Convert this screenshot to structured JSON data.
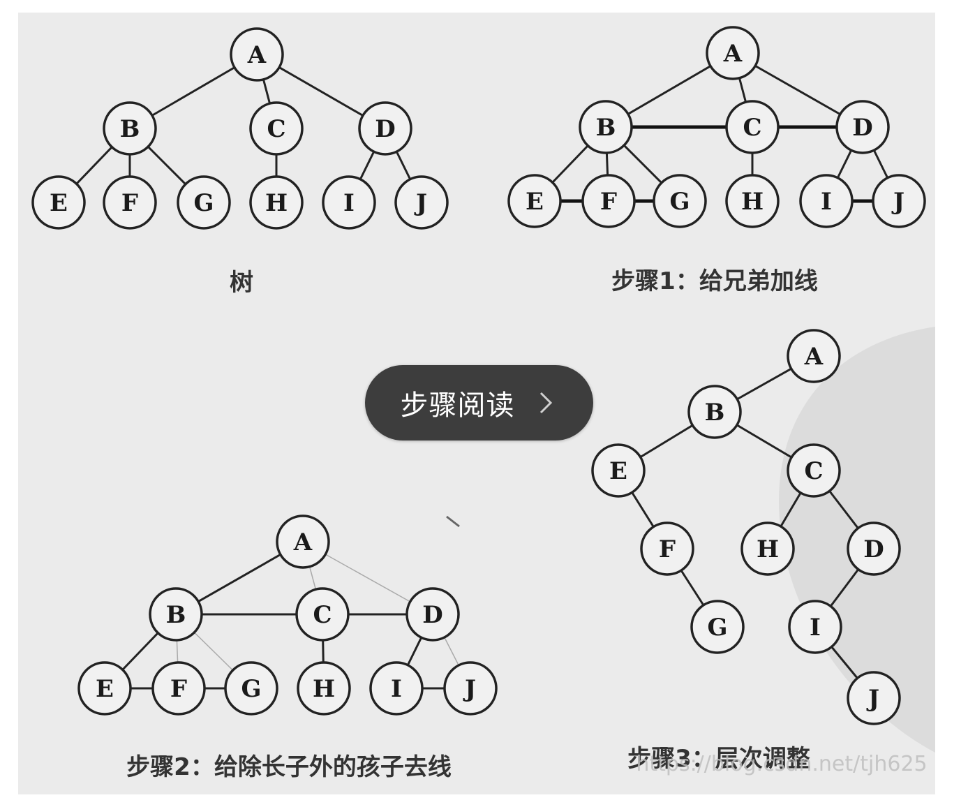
{
  "button": {
    "label": "步骤阅读"
  },
  "captions": {
    "tree": "树",
    "step1": "步骤1：给兄弟加线",
    "step2": "步骤2：给除长子外的孩子去线",
    "step3": "步骤3：层次调整"
  },
  "watermark": {
    "url": "https://blog.csdn.net/tjh625"
  },
  "nodes": [
    "A",
    "B",
    "C",
    "D",
    "E",
    "F",
    "G",
    "H",
    "I",
    "J"
  ],
  "diagrams": {
    "tree": {
      "edges": [
        [
          "A",
          "B"
        ],
        [
          "A",
          "C"
        ],
        [
          "A",
          "D"
        ],
        [
          "B",
          "E"
        ],
        [
          "B",
          "F"
        ],
        [
          "B",
          "G"
        ],
        [
          "C",
          "H"
        ],
        [
          "D",
          "I"
        ],
        [
          "D",
          "J"
        ]
      ]
    },
    "step1": {
      "edges": [
        [
          "A",
          "B"
        ],
        [
          "A",
          "C"
        ],
        [
          "A",
          "D"
        ],
        [
          "B",
          "E"
        ],
        [
          "B",
          "F"
        ],
        [
          "B",
          "G"
        ],
        [
          "C",
          "H"
        ],
        [
          "D",
          "I"
        ],
        [
          "D",
          "J"
        ]
      ],
      "sibling_edges": [
        [
          "B",
          "C"
        ],
        [
          "C",
          "D"
        ],
        [
          "E",
          "F"
        ],
        [
          "F",
          "G"
        ],
        [
          "I",
          "J"
        ]
      ]
    },
    "step2": {
      "edges": [
        [
          "A",
          "B"
        ],
        [
          "B",
          "C"
        ],
        [
          "C",
          "D"
        ],
        [
          "B",
          "E"
        ],
        [
          "E",
          "F"
        ],
        [
          "F",
          "G"
        ],
        [
          "C",
          "H"
        ],
        [
          "D",
          "I"
        ],
        [
          "I",
          "J"
        ]
      ],
      "removed_edges": [
        [
          "A",
          "C"
        ],
        [
          "A",
          "D"
        ],
        [
          "B",
          "F"
        ],
        [
          "B",
          "G"
        ],
        [
          "D",
          "J"
        ]
      ]
    },
    "step3": {
      "edges": [
        [
          "A",
          "B"
        ],
        [
          "B",
          "E"
        ],
        [
          "B",
          "C"
        ],
        [
          "E",
          "F"
        ],
        [
          "F",
          "G"
        ],
        [
          "C",
          "H"
        ],
        [
          "C",
          "D"
        ],
        [
          "D",
          "I"
        ],
        [
          "I",
          "J"
        ]
      ]
    }
  }
}
